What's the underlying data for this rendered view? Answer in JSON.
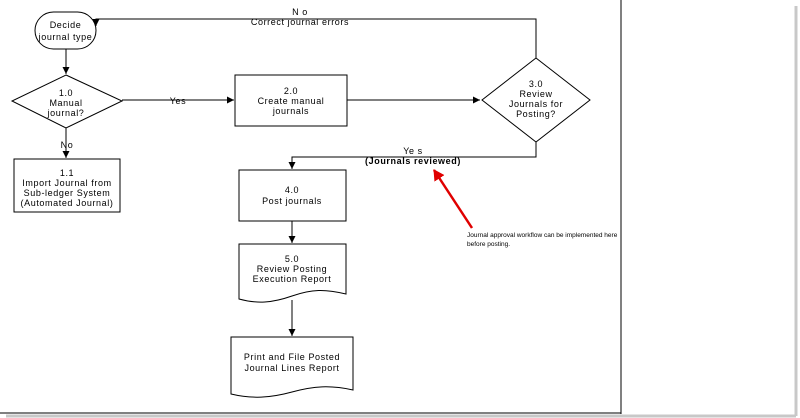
{
  "nodes": {
    "start": {
      "line1": "Decide",
      "line2": "journal type"
    },
    "n1_0": {
      "id": "1.0",
      "line1": "Manual",
      "line2": "journal?"
    },
    "n1_1": {
      "id": "1.1",
      "line1": "Import Journal from",
      "line2": "Sub-ledger System",
      "line3": "(Automated Journal)"
    },
    "n2_0": {
      "id": "2.0",
      "line1": "Create manual",
      "line2": "journals"
    },
    "n3_0": {
      "id": "3.0",
      "line1": "Review",
      "line2": "Journals for",
      "line3": "Posting?"
    },
    "n4_0": {
      "id": "4.0",
      "line1": "Post journals"
    },
    "n5_0": {
      "id": "5.0",
      "line1": "Review Posting",
      "line2": "Execution Report"
    },
    "n6": {
      "line1": "Print and File Posted",
      "line2": "Journal Lines Report"
    }
  },
  "edges": {
    "no_top": "N o",
    "correct_errors": "Correct journal errors",
    "yes_manual": "Yes",
    "no_manual": "No",
    "yes_reviewed": "Ye s",
    "journals_reviewed": "(Journals reviewed)"
  },
  "annotation": {
    "line1": "Journal approval workflow can be implemented here",
    "line2": "before posting.",
    "arrow_color": "#e00000"
  }
}
